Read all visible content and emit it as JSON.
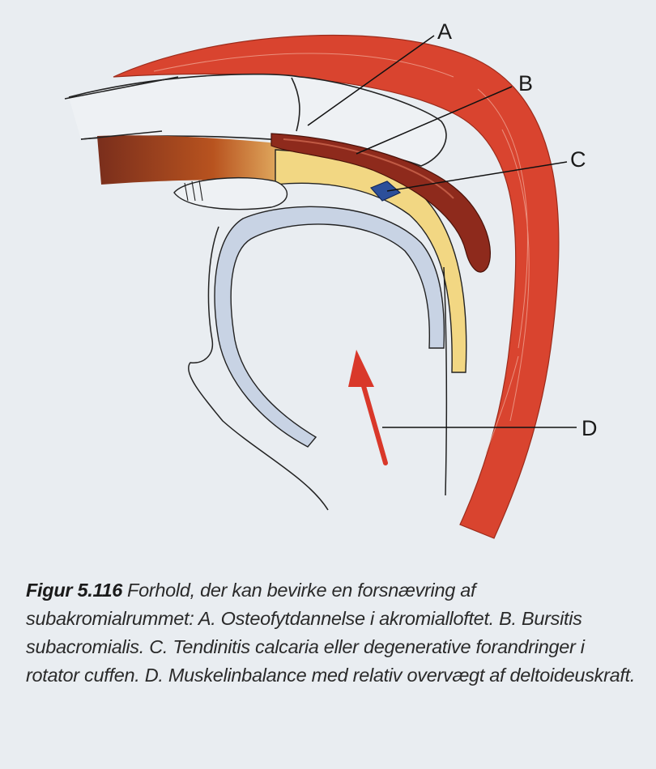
{
  "labels": {
    "a": "A",
    "b": "B",
    "c": "C",
    "d": "D"
  },
  "caption": {
    "label": "Figur 5.116",
    "text": "Forhold, der kan bevirke en forsnævring af subakromialrummet: A. Osteofytdannelse i akromialloftet. B. Bursitis subacromialis. C. Tendinitis calcaria eller degenerative forandringer i rotator cuffen. D. Muskelinbalance med relativ overvægt af deltoideuskraft."
  },
  "colors": {
    "deltoid": "#d9442f",
    "bursa": "#8e2a1c",
    "tendon": "#f2d783",
    "cartilage": "#c8d3e4",
    "calcification": "#2c4f9a",
    "arrow": "#d9382a"
  }
}
